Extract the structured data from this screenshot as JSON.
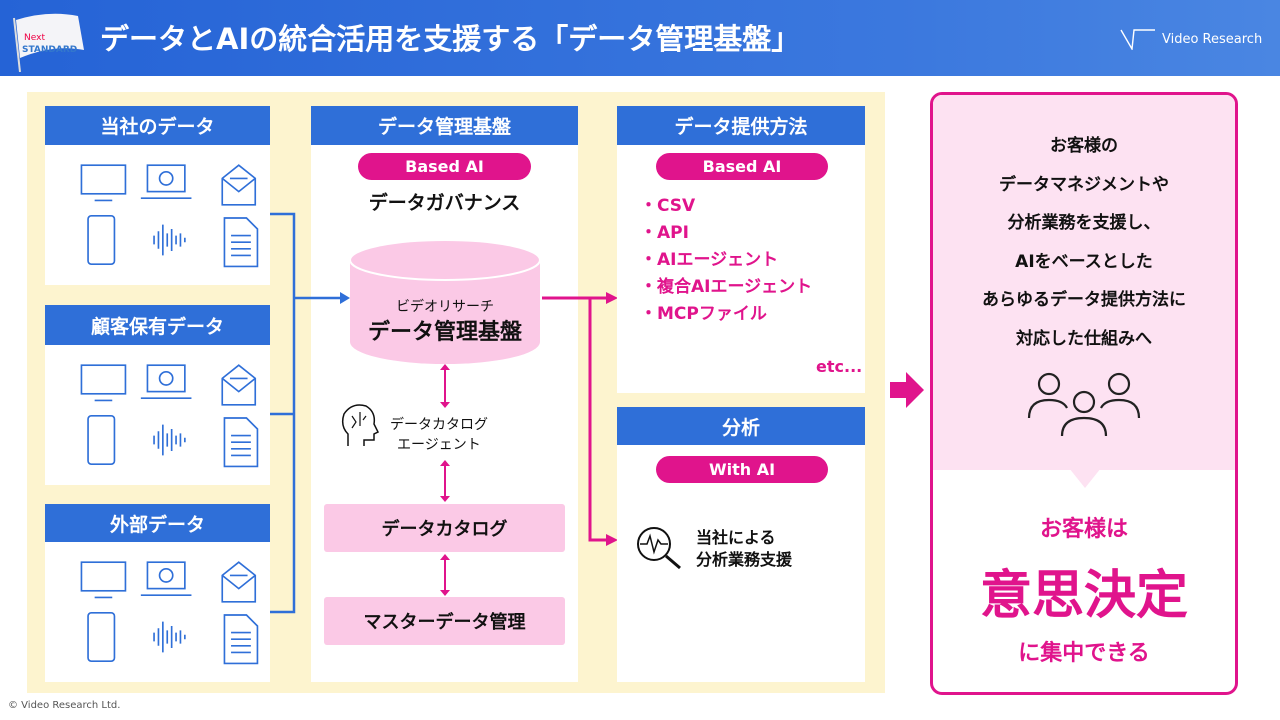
{
  "header": {
    "title": "データとAIの統合活用を支援する「データ管理基盤」",
    "logo_text": "Video Research",
    "flag_text": "Next STANDARD"
  },
  "sources": [
    {
      "title": "当社のデータ"
    },
    {
      "title": "顧客保有データ"
    },
    {
      "title": "外部データ"
    }
  ],
  "platform": {
    "title": "データ管理基盤",
    "badge": "Based AI",
    "governance": "データガバナンス",
    "db_sub": "ビデオリサーチ",
    "db_main": "データ管理基盤",
    "agent_line1": "データカタログ",
    "agent_line2": "エージェント",
    "catalog": "データカタログ",
    "master": "マスターデータ管理"
  },
  "delivery": {
    "title": "データ提供方法",
    "badge": "Based AI",
    "items": [
      "・CSV",
      "・API",
      "・AIエージェント",
      "・複合AIエージェント",
      "・MCPファイル"
    ],
    "etc": "etc..."
  },
  "analysis": {
    "title": "分析",
    "badge": "With AI",
    "line1": "当社による",
    "line2": "分析業務支援"
  },
  "card": {
    "lines": [
      "お客様の",
      "データマネジメントや",
      "分析業務を支援し、",
      "AIをベースとした",
      "あらゆるデータ提供方法に",
      "対応した仕組みへ"
    ],
    "result1": "お客様は",
    "result2": "意思決定",
    "result3": "に集中できる"
  },
  "footer": {
    "copyright": "© Video Research Ltd."
  },
  "colors": {
    "blue": "#2f6fd8",
    "magenta": "#e0148c",
    "yellow": "#fdf4cf",
    "pink": "#fbc9e6"
  }
}
